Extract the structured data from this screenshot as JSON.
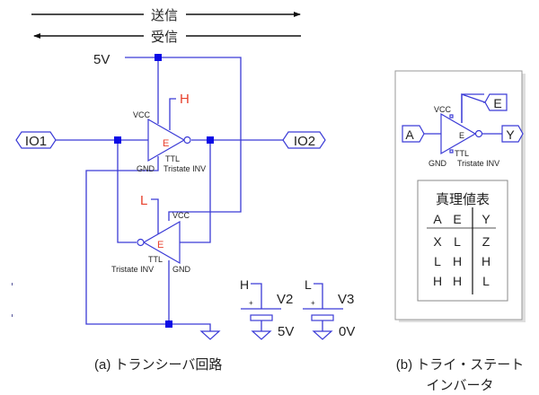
{
  "arrows": {
    "send_label": "送信",
    "receive_label": "受信"
  },
  "transceiver": {
    "supply_label": "5V",
    "ports": {
      "io1": "IO1",
      "io2": "IO2"
    },
    "gate_top": {
      "vcc": "VCC",
      "gnd": "GND",
      "enable": "E",
      "family": "TTL",
      "type": "Tristate INV",
      "enable_level": "H"
    },
    "gate_bottom": {
      "vcc": "VCC",
      "gnd": "GND",
      "enable": "E",
      "family": "TTL",
      "type": "Tristate INV",
      "enable_level": "L"
    },
    "sources": [
      {
        "node": "H",
        "name": "V2",
        "plus": "+",
        "value": "5V"
      },
      {
        "node": "L",
        "name": "V3",
        "plus": "+",
        "value": "0V"
      }
    ],
    "caption": "(a) トランシーバ回路"
  },
  "tristate": {
    "ports": {
      "a": "A",
      "e": "E",
      "y": "Y"
    },
    "gate": {
      "vcc": "VCC",
      "gnd": "GND",
      "enable": "E",
      "family": "TTL",
      "type": "Tristate INV"
    },
    "truth_table": {
      "title": "真理値表",
      "headers": [
        "A",
        "E",
        "Y"
      ],
      "rows": [
        [
          "X",
          "L",
          "Z"
        ],
        [
          "L",
          "H",
          "H"
        ],
        [
          "H",
          "H",
          "L"
        ]
      ]
    },
    "caption_line1": "(b) トライ・ステート",
    "caption_line2": "インバータ"
  }
}
